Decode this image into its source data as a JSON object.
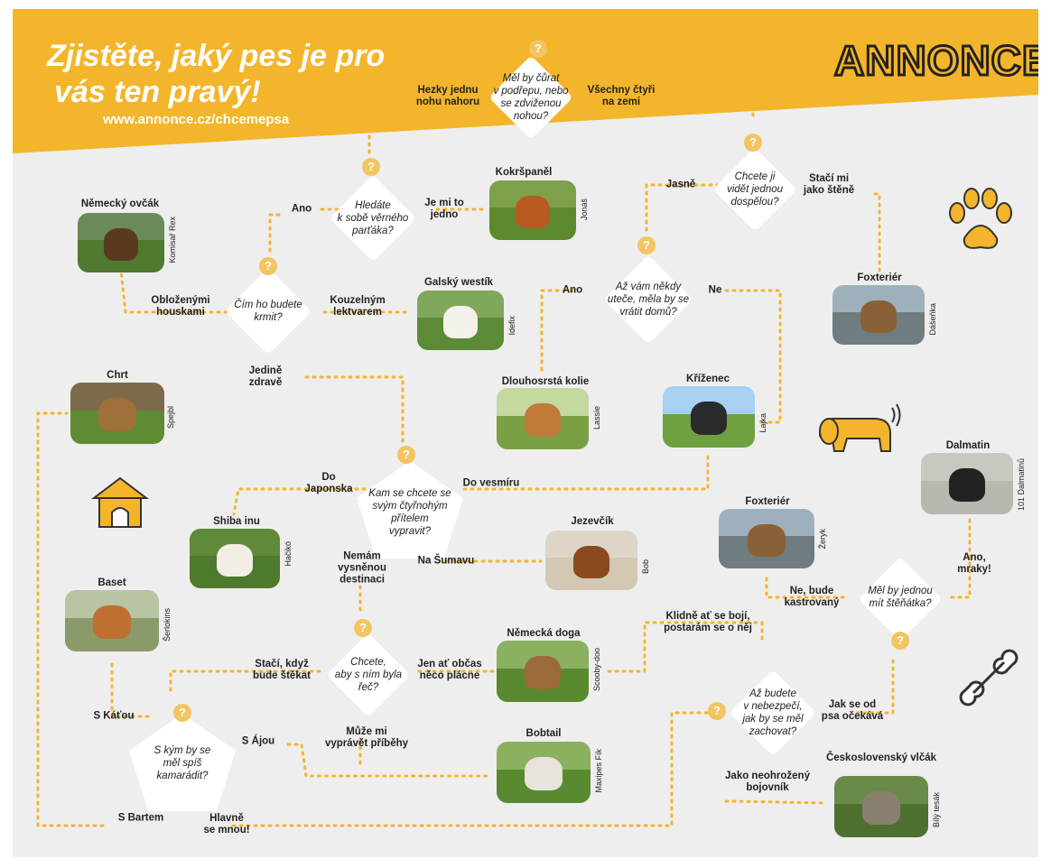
{
  "header": {
    "headline_line1": "Zjistěte, jaký pes je pro",
    "headline_line2": "vás ten pravý!",
    "url": "www.annonce.cz/chcemepsa",
    "logo": "ANNONCE"
  },
  "questions": {
    "q_pee": {
      "l1": "Měl by čůrat",
      "l2": "v podřepu, nebo",
      "l3": "se zdviženou",
      "l4": "nohou?"
    },
    "q_partner": {
      "l1": "Hledáte",
      "l2": "k sobě věrného",
      "l3": "parťáka?"
    },
    "q_adult": {
      "l1": "Chcete ji",
      "l2": "vidět jednou",
      "l3": "dospělou?"
    },
    "q_feed": {
      "l1": "Čím ho budete",
      "l2": "krmit?"
    },
    "q_runaway": {
      "l1": "Až vám někdy",
      "l2": "uteče, měla by se",
      "l3": "vrátit domů?"
    },
    "q_travel": {
      "l1": "Kam se chcete se",
      "l2": "svým čtyřnohým",
      "l3": "přítelem",
      "l4": "vypravit?"
    },
    "q_puppies": {
      "l1": "Měl by jednou",
      "l2": "mít štěňátka?"
    },
    "q_talk": {
      "l1": "Chcete,",
      "l2": "aby s ním byla",
      "l3": "řeč?"
    },
    "q_danger": {
      "l1": "Až budete",
      "l2": "v nebezpečí,",
      "l3": "jak by se měl",
      "l4": "zachovat?"
    },
    "q_friend": {
      "l1": "S kým by se",
      "l2": "měl spíš",
      "l3": "kamarádit?"
    }
  },
  "qmark": "?",
  "answers": {
    "a_one_leg": {
      "l1": "Hezky jednu",
      "l2": "nohu nahoru"
    },
    "a_four_legs": {
      "l1": "Všechny čtyři",
      "l2": "na zemi"
    },
    "a_yes1": "Ano",
    "a_dont_care": {
      "l1": "Je mi to",
      "l2": "jedno"
    },
    "a_sure": "Jasně",
    "a_puppy_enough": {
      "l1": "Stačí mi",
      "l2": "jako štěně"
    },
    "a_rolls": {
      "l1": "Obloženými",
      "l2": "houskami"
    },
    "a_potion": {
      "l1": "Kouzelným",
      "l2": "lektvarem"
    },
    "a_yes2": "Ano",
    "a_no": "Ne",
    "a_healthy": {
      "l1": "Jedině",
      "l2": "zdravě"
    },
    "a_japan": {
      "l1": "Do",
      "l2": "Japonska"
    },
    "a_space": "Do vesmíru",
    "a_no_dest": {
      "l1": "Nemám",
      "l2": "vysněnou",
      "l3": "destinaci"
    },
    "a_sumava": "Na Šumavu",
    "a_neutered": {
      "l1": "Ne, bude",
      "l2": "kastrovaný"
    },
    "a_yes_many": {
      "l1": "Ano,",
      "l2": "mraky!"
    },
    "a_bark": {
      "l1": "Stačí, když",
      "l2": "bude štěkat"
    },
    "a_sometimes": {
      "l1": "Jen ať občas",
      "l2": "něco plácne"
    },
    "a_stories": {
      "l1": "Může mi",
      "l2": "vyprávět příběhy"
    },
    "a_calm": {
      "l1": "Klidně ať se bojí,",
      "l2": "postarám se o něj"
    },
    "a_expected": {
      "l1": "Jak se od",
      "l2": "psa očekává"
    },
    "a_warrior": {
      "l1": "Jako neohrožený",
      "l2": "bojovník"
    },
    "a_katka": "S Káťou",
    "a_ajka": "S Ájou",
    "a_bartem": "S Bartem",
    "a_me": {
      "l1": "Hlavně",
      "l2": "se mnou!"
    }
  },
  "dogs": {
    "nemecky_ovcak": {
      "name": "Německý ovčák",
      "credit": "Komisař Rex"
    },
    "kokrspanel": {
      "name": "Kokršpaněl",
      "credit": "Jonáš"
    },
    "foxterier1": {
      "name": "Foxteriér",
      "credit": "Dášeňka"
    },
    "galsky_westik": {
      "name": "Galský westík",
      "credit": "Idefix"
    },
    "dlouhosrsta_kolie": {
      "name": "Dlouhosrstá kolie",
      "credit": "Lassie"
    },
    "krizenec": {
      "name": "Kříženec",
      "credit": "Lajka"
    },
    "chrt": {
      "name": "Chrt",
      "credit": "Spejbl"
    },
    "shiba_inu": {
      "name": "Shiba inu",
      "credit": "Hačikó"
    },
    "jezevcik": {
      "name": "Jezevčík",
      "credit": "Bob"
    },
    "dalmatin": {
      "name": "Dalmatin",
      "credit": "101 Dalmatinů"
    },
    "foxterier2": {
      "name": "Foxteriér",
      "credit": "Žeryk"
    },
    "baset": {
      "name": "Baset",
      "credit": "Šerlokins"
    },
    "nemecka_doga": {
      "name": "Německá doga",
      "credit": "Scooby-doo"
    },
    "bobtail": {
      "name": "Bobtail",
      "credit": "Maxipes Fík"
    },
    "ceskoslovensky_vlcak": {
      "name": "Československý vlčák",
      "credit": "Bílý tesák"
    }
  },
  "colors": {
    "accent": "#f3b52b",
    "background": "#eeeeee",
    "banner": "#f3b52b",
    "path": "#f3b52b"
  },
  "icons": [
    "paw-icon",
    "dog-sniffing-icon",
    "doghouse-icon",
    "bone-icon"
  ]
}
